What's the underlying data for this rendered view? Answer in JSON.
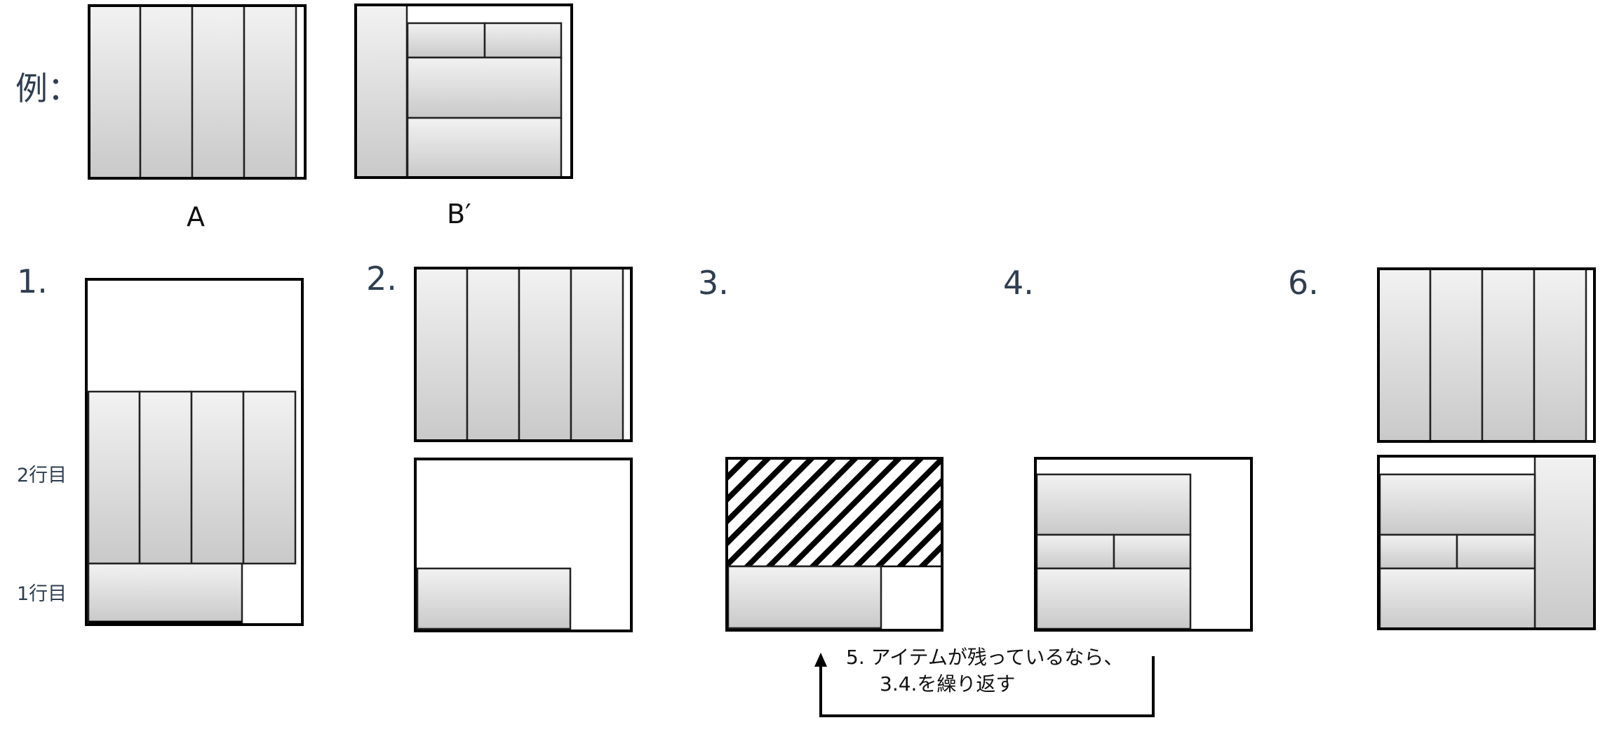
{
  "example": {
    "prefix": "例：",
    "label_a": "A",
    "label_b": "B′"
  },
  "steps": {
    "s1": "1.",
    "s2": "2.",
    "s3": "3.",
    "s4": "4.",
    "s6": "6."
  },
  "rows": {
    "row2": "2行目",
    "row1": "1行目"
  },
  "loop_note": {
    "line1": "5. アイテムが残っているなら、",
    "line2": "3.4.を繰り返す"
  }
}
